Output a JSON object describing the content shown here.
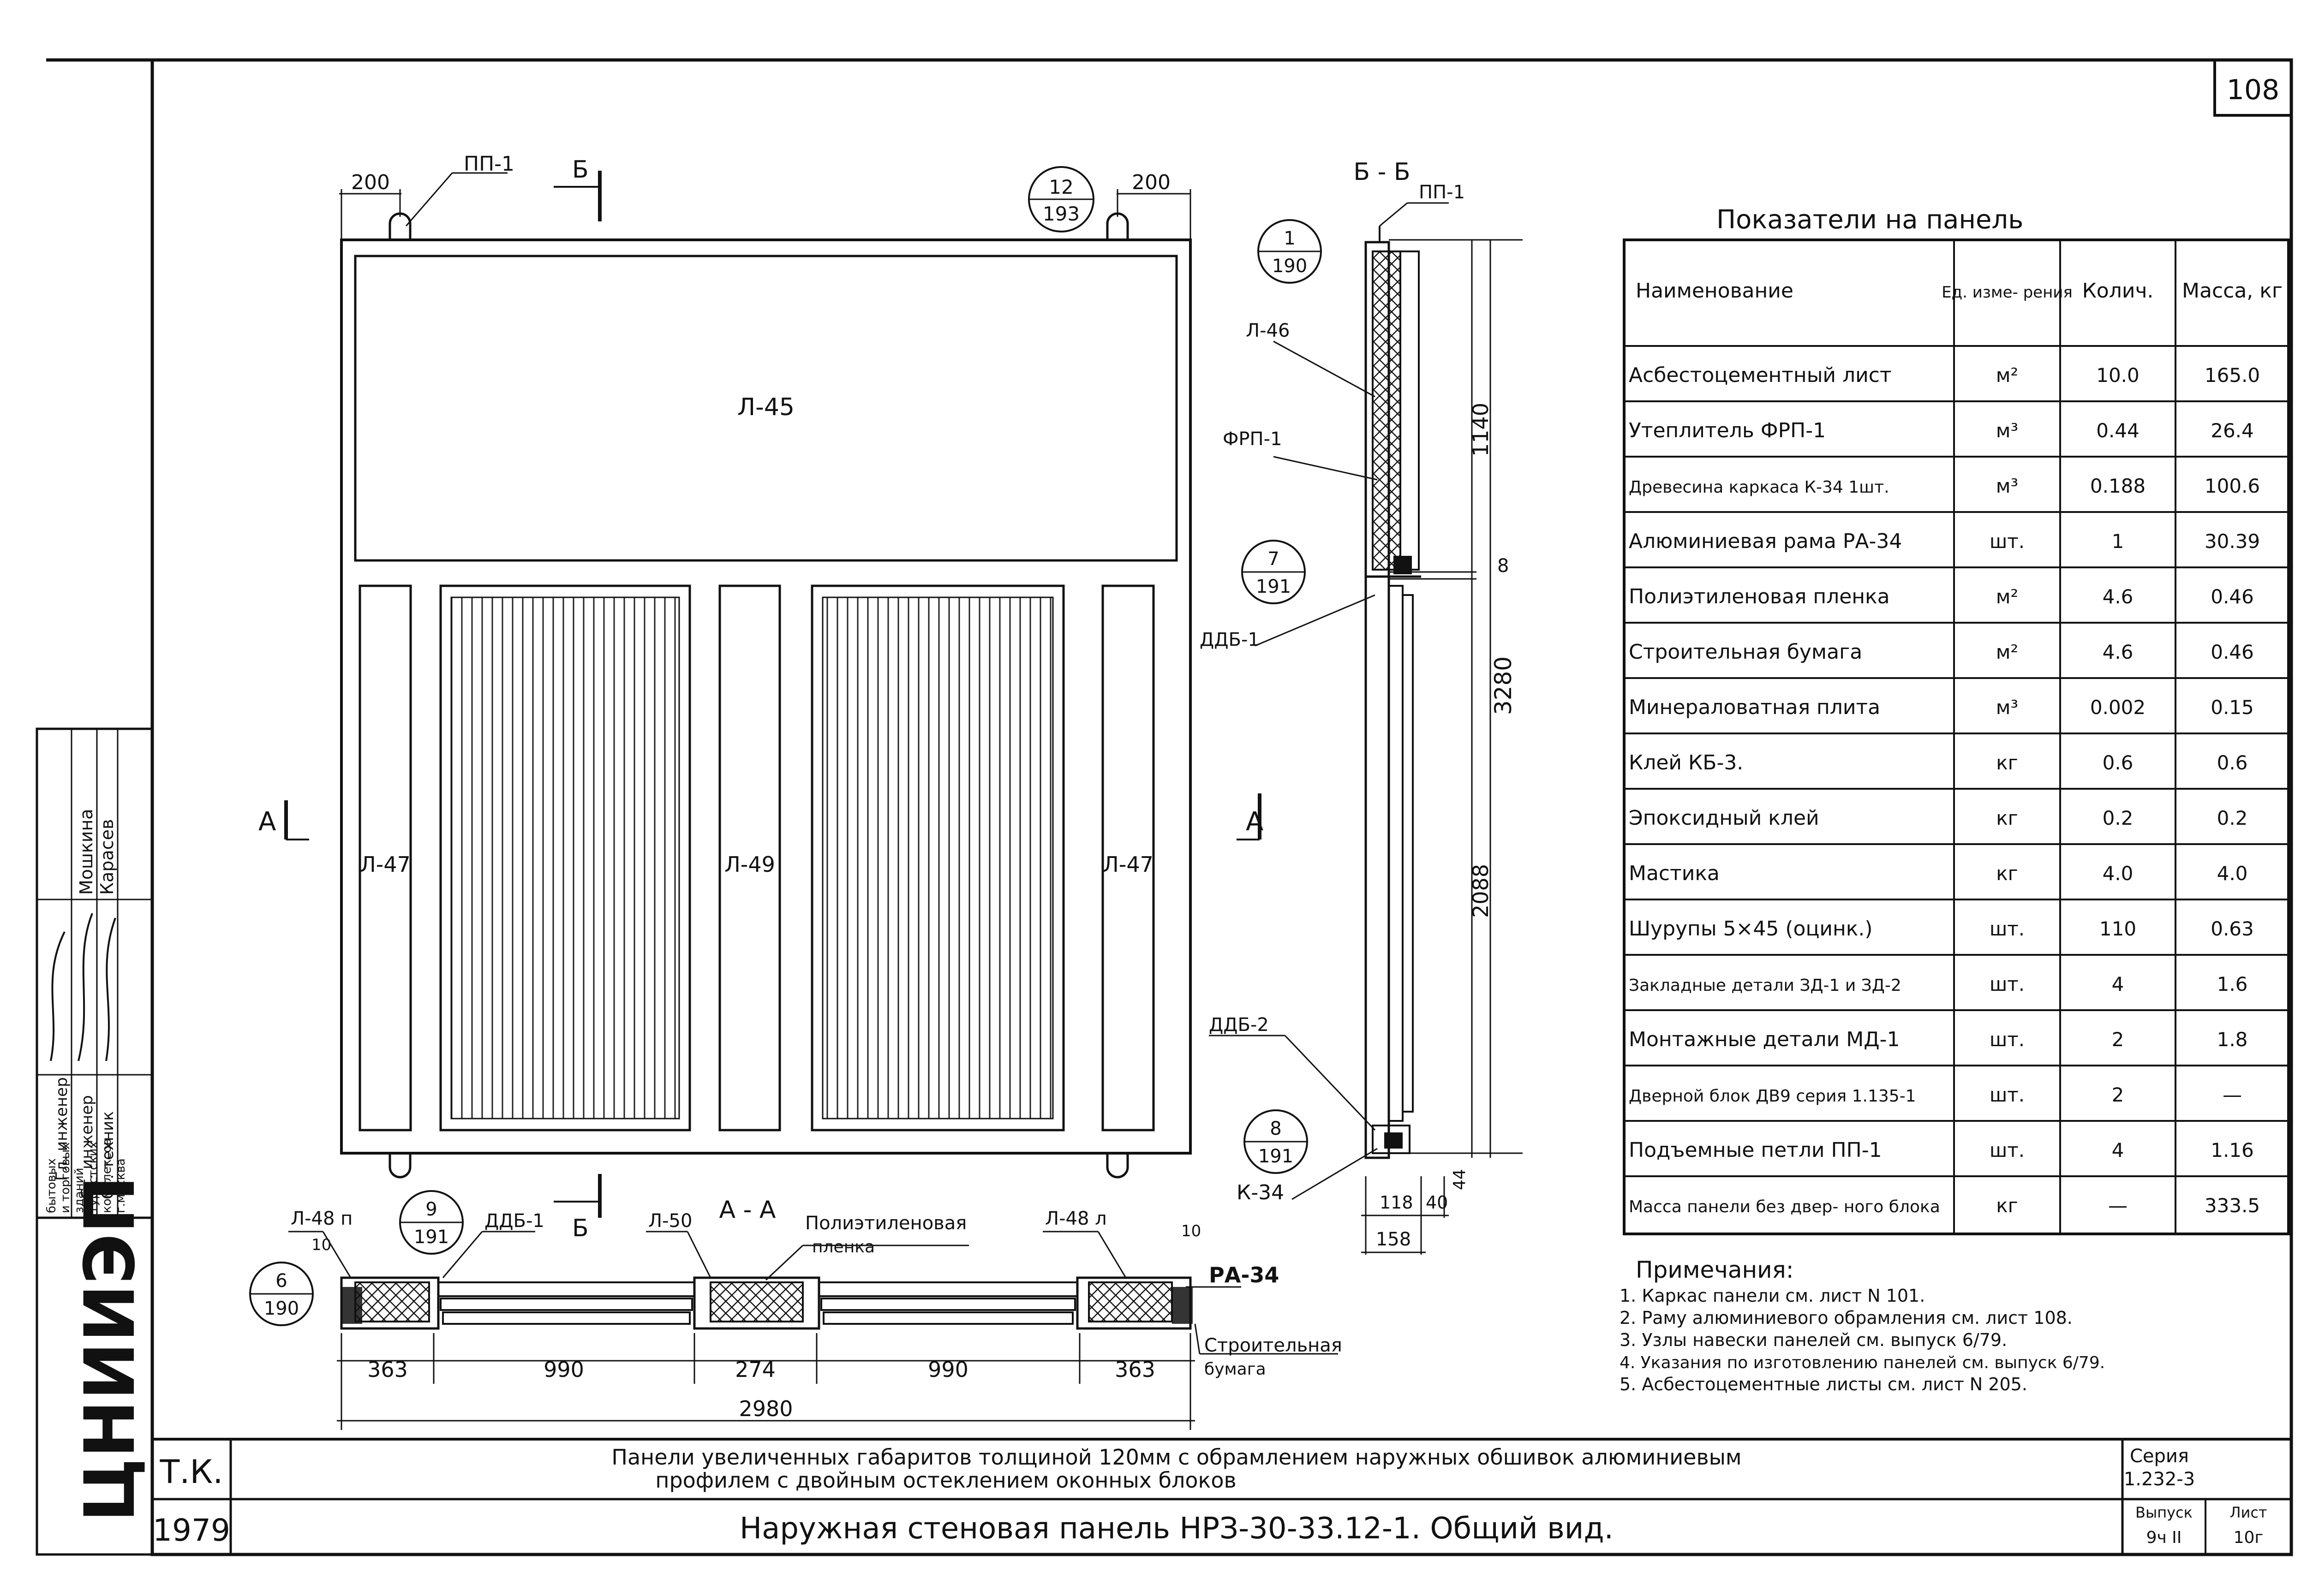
{
  "sheet": {
    "page_number": "108",
    "left_stamp": {
      "org": "ЦНИИЭП",
      "org_sub": [
        "бытовых",
        "и торговых",
        "зданий",
        "туристских",
        "комплексов",
        "г.москва"
      ],
      "roles": [
        "Гл. инженер",
        "Ст. инженер",
        "Ст. техник"
      ],
      "names": [
        "Мошкина",
        "Карасев"
      ]
    }
  },
  "section_bb": {
    "label": "Б - Б",
    "pp": "ПП-1",
    "dims": [
      "1140",
      "8",
      "3280",
      "2088",
      "44",
      "118",
      "40",
      "158"
    ]
  },
  "elevation": {
    "dims_top": [
      "200",
      "200"
    ],
    "pp": "ПП-1",
    "cut_b": "Б",
    "cut_a": "А",
    "callout_12": {
      "num": "12",
      "sheet": "193"
    },
    "panels": {
      "top": "Л-45",
      "left": "Л-47",
      "mid": "Л-49",
      "right": "Л-47"
    }
  },
  "section_callouts": {
    "c1": {
      "num": "1",
      "sheet": "190"
    },
    "c7": {
      "num": "7",
      "sheet": "191"
    },
    "c8": {
      "num": "8",
      "sheet": "191"
    },
    "c9": {
      "num": "9",
      "sheet": "191"
    },
    "c6": {
      "num": "6",
      "sheet": "190"
    }
  },
  "section_labels": {
    "l46": "Л-46",
    "frp": "ФРП-1",
    "ddb1": "ДДБ-1",
    "ddb2": "ДДБ-2",
    "k34": "К-34"
  },
  "section_aa": {
    "title": "А - А",
    "labels": {
      "l48p": "Л-48 п",
      "l48l": "Л-48 л",
      "ddb1": "ДДБ-1",
      "l50": "Л-50",
      "film": "Полиэтиленовая",
      "film2": "пленка",
      "ra34": "РА-34",
      "paper": "Строительная",
      "paper2": "бумага",
      "ten": "10",
      "ten2": "10"
    },
    "dims": [
      "363",
      "990",
      "274",
      "990",
      "363"
    ],
    "total": "2980"
  },
  "indicators": {
    "title": "Показатели на панель",
    "headers": [
      "Наименование",
      "Ед. изме- рения",
      "Колич.",
      "Масса, кг"
    ],
    "rows": [
      [
        "Асбестоцементный лист",
        "м²",
        "10.0",
        "165.0"
      ],
      [
        "Утеплитель ФРП-1",
        "м³",
        "0.44",
        "26.4"
      ],
      [
        "Древесина каркаса К-34 1шт.",
        "м³",
        "0.188",
        "100.6"
      ],
      [
        "Алюминиевая рама РА-34",
        "шт.",
        "1",
        "30.39"
      ],
      [
        "Полиэтиленовая пленка",
        "м²",
        "4.6",
        "0.46"
      ],
      [
        "Строительная бумага",
        "м²",
        "4.6",
        "0.46"
      ],
      [
        "Минераловатная плита",
        "м³",
        "0.002",
        "0.15"
      ],
      [
        "Клей КБ-3.",
        "кг",
        "0.6",
        "0.6"
      ],
      [
        "Эпоксидный клей",
        "кг",
        "0.2",
        "0.2"
      ],
      [
        "Мастика",
        "кг",
        "4.0",
        "4.0"
      ],
      [
        "Шурупы 5×45 (оцинк.)",
        "шт.",
        "110",
        "0.63"
      ],
      [
        "Закладные детали ЗД-1 и ЗД-2",
        "шт.",
        "4",
        "1.6"
      ],
      [
        "Монтажные детали МД-1",
        "шт.",
        "2",
        "1.8"
      ],
      [
        "Дверной блок ДВ9 серия 1.135-1",
        "шт.",
        "2",
        "—"
      ],
      [
        "Подъемные петли ПП-1",
        "шт.",
        "4",
        "1.16"
      ],
      [
        "Масса панели без двер- ного блока",
        "кг",
        "—",
        "333.5"
      ]
    ]
  },
  "notes": {
    "title": "Примечания:",
    "items": [
      "1. Каркас панели см. лист N 101.",
      "2. Раму алюминиевого обрамления см. лист 108.",
      "3. Узлы навески панелей см. выпуск 6/79.",
      "4. Указания по изготовлению панелей см. выпуск 6/79.",
      "5. Асбестоцементные листы см. лист N 205."
    ]
  },
  "title_block": {
    "code": "Т.К.",
    "year": "1979",
    "line1": "Панели увеличенных габаритов толщиной 120мм с обрамлением наружных обшивок алюминиевым",
    "line2": "профилем с двойным остеклением оконных блоков",
    "main": "Наружная стеновая панель НРЗ-30-33.12-1. Общий вид.",
    "series_label": "Серия",
    "series": "1.232-3",
    "issue_label": "Выпуск",
    "issue": "9ч II",
    "sheet_label": "Лист",
    "sheet": "10г"
  }
}
